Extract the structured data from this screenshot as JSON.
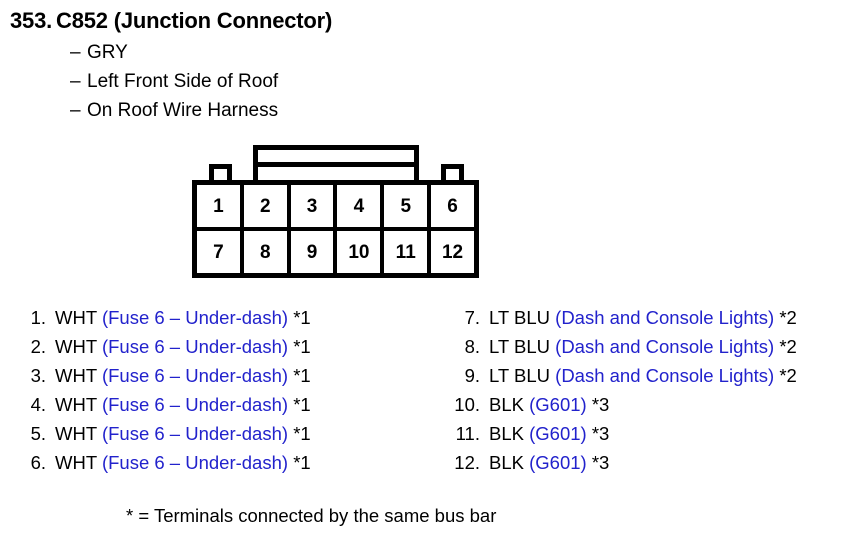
{
  "header": {
    "number": "353.",
    "title": "C852 (Junction Connector)",
    "details": [
      {
        "dash": "–",
        "text": "GRY"
      },
      {
        "dash": "–",
        "text": "Left Front Side of Roof"
      },
      {
        "dash": "–",
        "text": "On Roof Wire Harness"
      }
    ]
  },
  "connector": {
    "rows": [
      {
        "pins": [
          "1",
          "2",
          "3",
          "4",
          "5",
          "6"
        ]
      },
      {
        "pins": [
          "7",
          "8",
          "9",
          "10",
          "11",
          "12"
        ]
      }
    ]
  },
  "pin_list": {
    "left": [
      {
        "num": "1.",
        "wire": "WHT",
        "dest": "(Fuse 6 – Under-dash)",
        "note": "*1"
      },
      {
        "num": "2.",
        "wire": "WHT",
        "dest": "(Fuse 6 – Under-dash)",
        "note": "*1"
      },
      {
        "num": "3.",
        "wire": "WHT",
        "dest": "(Fuse 6 – Under-dash)",
        "note": "*1"
      },
      {
        "num": "4.",
        "wire": "WHT",
        "dest": "(Fuse 6 – Under-dash)",
        "note": "*1"
      },
      {
        "num": "5.",
        "wire": "WHT",
        "dest": "(Fuse 6 – Under-dash)",
        "note": "*1"
      },
      {
        "num": "6.",
        "wire": "WHT",
        "dest": "(Fuse 6 – Under-dash)",
        "note": "*1"
      }
    ],
    "right": [
      {
        "num": "7.",
        "wire": "LT BLU",
        "dest": "(Dash and Console Lights)",
        "note": "*2"
      },
      {
        "num": "8.",
        "wire": "LT BLU",
        "dest": "(Dash and Console Lights)",
        "note": "*2"
      },
      {
        "num": "9.",
        "wire": "LT BLU",
        "dest": "(Dash and Console Lights)",
        "note": "*2"
      },
      {
        "num": "10.",
        "wire": "BLK",
        "dest": "(G601)",
        "note": "*3"
      },
      {
        "num": "11.",
        "wire": "BLK",
        "dest": "(G601)",
        "note": "*3"
      },
      {
        "num": "12.",
        "wire": "BLK",
        "dest": "(G601)",
        "note": "*3"
      }
    ]
  },
  "footnote": "* = Terminals connected by the same bus bar",
  "colors": {
    "destination_blue": "#2222cc",
    "text_black": "#000000",
    "background": "#ffffff"
  }
}
